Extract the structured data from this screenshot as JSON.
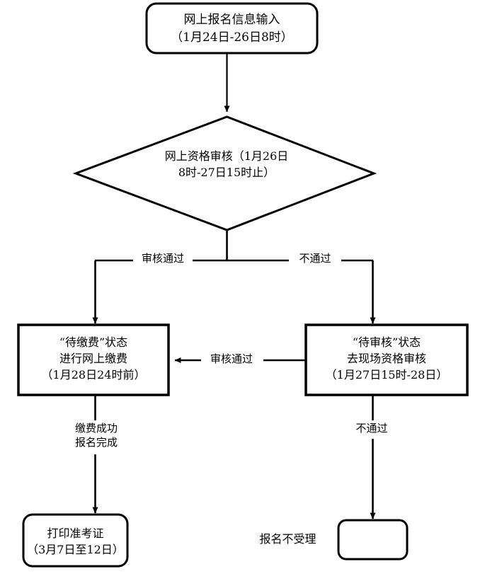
{
  "diagram": {
    "title_text": "",
    "colors": {
      "stroke": "#000000",
      "fill": "#ffffff",
      "text": "#000000"
    },
    "nodes": {
      "start": {
        "shape": "rounded-rect",
        "label": "网上报名信息输入\n（1月24日-26日8时）"
      },
      "decision": {
        "shape": "diamond",
        "label": "网上资格审核（1月26日\n8时-27日15时止）"
      },
      "pay": {
        "shape": "rect",
        "label": "“待缴费”状态\n进行网上缴费\n（1月28日24时前）"
      },
      "review": {
        "shape": "rect",
        "label": "“待审核”状态\n去现场资格审核\n（1月27日15时-28日）"
      },
      "print": {
        "shape": "rounded-rect",
        "label": "打印准考证\n（3月7日至12日）"
      },
      "reject": {
        "shape": "rounded-rect",
        "label": "报名不受理"
      }
    },
    "edges": {
      "pass_left": {
        "label": "审核通过"
      },
      "fail_right": {
        "label": "不通过"
      },
      "pass_mid": {
        "label": "审核通过"
      },
      "paid_done": {
        "label": "缴费成功\n报名完成"
      },
      "fail_down": {
        "label": "不通过"
      }
    }
  }
}
